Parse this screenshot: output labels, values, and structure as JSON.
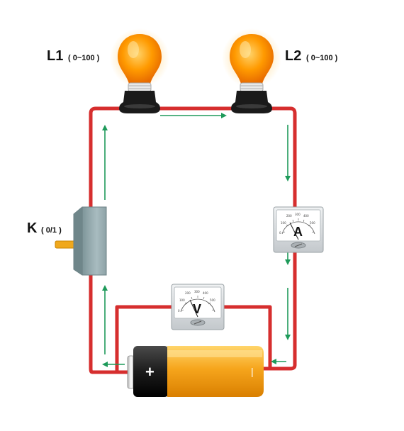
{
  "labels": {
    "lamp1": {
      "name": "L1",
      "range": "( 0~100 )"
    },
    "lamp2": {
      "name": "L2",
      "range": "( 0~100 )"
    },
    "switch": {
      "name": "K",
      "range": "( 0/1 )"
    }
  },
  "ammeter": {
    "letter": "A",
    "scale": [
      "0",
      "100",
      "200",
      "300",
      "400",
      "500"
    ]
  },
  "voltmeter": {
    "letter": "V",
    "scale": [
      "0",
      "100",
      "200",
      "300",
      "400",
      "500"
    ]
  },
  "battery": {
    "positive": "+",
    "negative": "|"
  },
  "colors": {
    "wire": "#d62e2e",
    "arrow": "#1e9a5a",
    "bulb": "#ff9a00",
    "meter": "#d9dde0",
    "switch": "#8fa5aa",
    "battery_body": "#f6a51c"
  }
}
